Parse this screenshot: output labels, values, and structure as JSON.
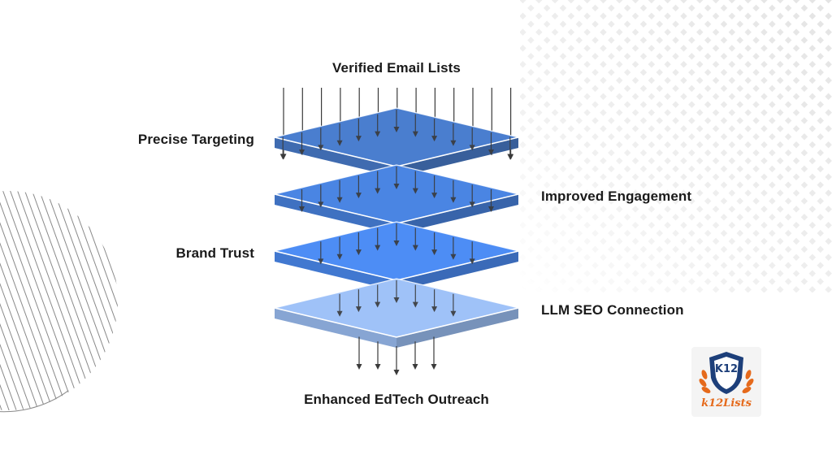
{
  "diagram": {
    "title": "Verified Email Lists",
    "output": "Enhanced EdTech Outreach",
    "layers": [
      {
        "label": "Precise Targeting",
        "side": "left",
        "color": "#4a7ecf"
      },
      {
        "label": "Improved Engagement",
        "side": "right",
        "color": "#4a85e3"
      },
      {
        "label": "Brand Trust",
        "side": "left",
        "color": "#4d8df5"
      },
      {
        "label": "LLM SEO Connection",
        "side": "right",
        "color": "#9fc2f8"
      }
    ],
    "arrow_color": "#3a3a3a"
  },
  "logo": {
    "badge_text": "K12",
    "wordmark": "k12Lists",
    "colors": {
      "shield": "#1d3f7a",
      "accent": "#e56a1c"
    }
  }
}
